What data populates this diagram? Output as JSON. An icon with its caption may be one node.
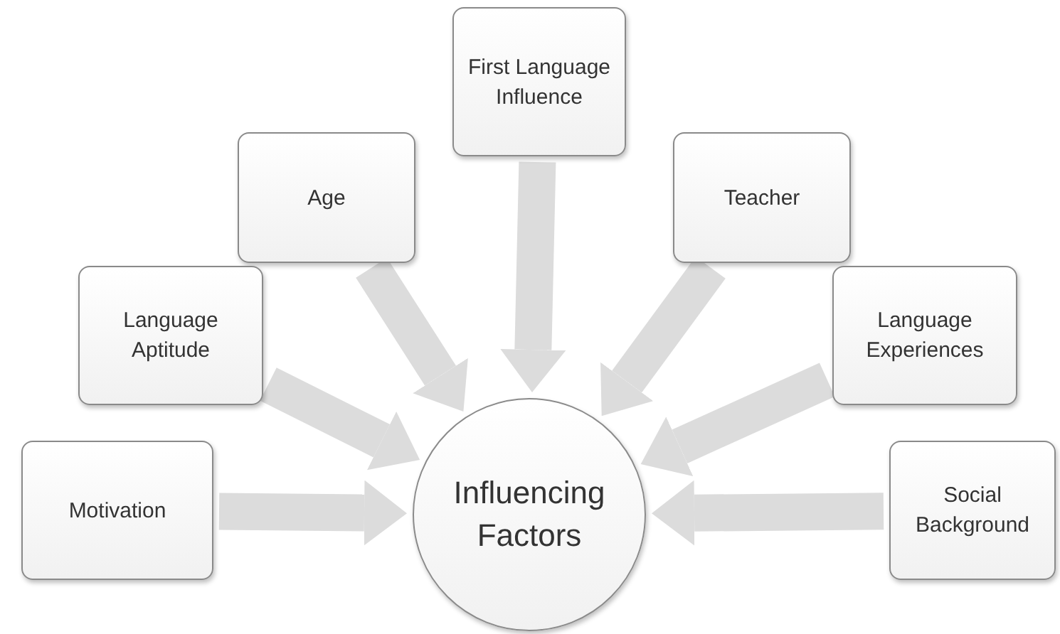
{
  "diagram": {
    "nodes": [
      {
        "text": [
          "First Language Influence"
        ]
      },
      {
        "text": [
          "Age"
        ]
      },
      {
        "text": [
          "Teacher"
        ]
      },
      {
        "text": [
          "Language Aptitude"
        ]
      },
      {
        "text": [
          "Language Experiences"
        ]
      },
      {
        "text": [
          "Motivation"
        ]
      },
      {
        "text": [
          "Influencing Factors"
        ]
      },
      {
        "text": [
          "Social Background"
        ]
      }
    ],
    "edges": [
      {
        "from": 0,
        "to": 6,
        "arrow": "to"
      },
      {
        "from": 1,
        "to": 6,
        "arrow": "to"
      },
      {
        "from": 2,
        "to": 6,
        "arrow": "to"
      },
      {
        "from": 3,
        "to": 6,
        "arrow": "to"
      },
      {
        "from": 4,
        "to": 6,
        "arrow": "to"
      },
      {
        "from": 5,
        "to": 6,
        "arrow": "to"
      },
      {
        "from": 7,
        "to": 6,
        "arrow": "to"
      }
    ]
  }
}
